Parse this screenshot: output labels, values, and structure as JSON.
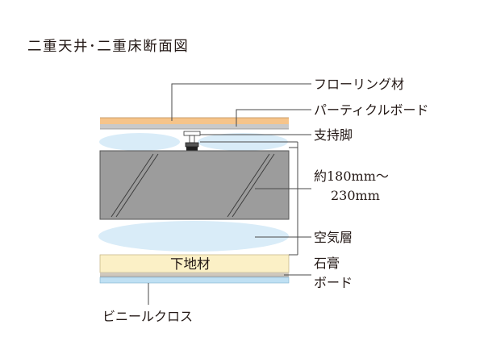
{
  "title": "二重天井･二重床断面図",
  "labels": {
    "flooring": "フローリング材",
    "particle_board": "パーティクルボード",
    "support_leg": "支持脚",
    "thickness_line1": "約180mm～",
    "thickness_line2": "230mm",
    "air_layer": "空気層",
    "base_material": "下地材",
    "gypsum_line1": "石膏",
    "gypsum_line2": "ボード",
    "vinyl_cloth": "ビニールクロス"
  },
  "colors": {
    "flooring": "#f6c48a",
    "particle_board": "#c9c9c9",
    "slab": "#9c9c9c",
    "air": "#d9ecf8",
    "base_material": "#fbf0c6",
    "gypsum": "#cfc8bd",
    "vinyl_cloth": "#bfe0f3",
    "leader": "#4a4a4a"
  }
}
